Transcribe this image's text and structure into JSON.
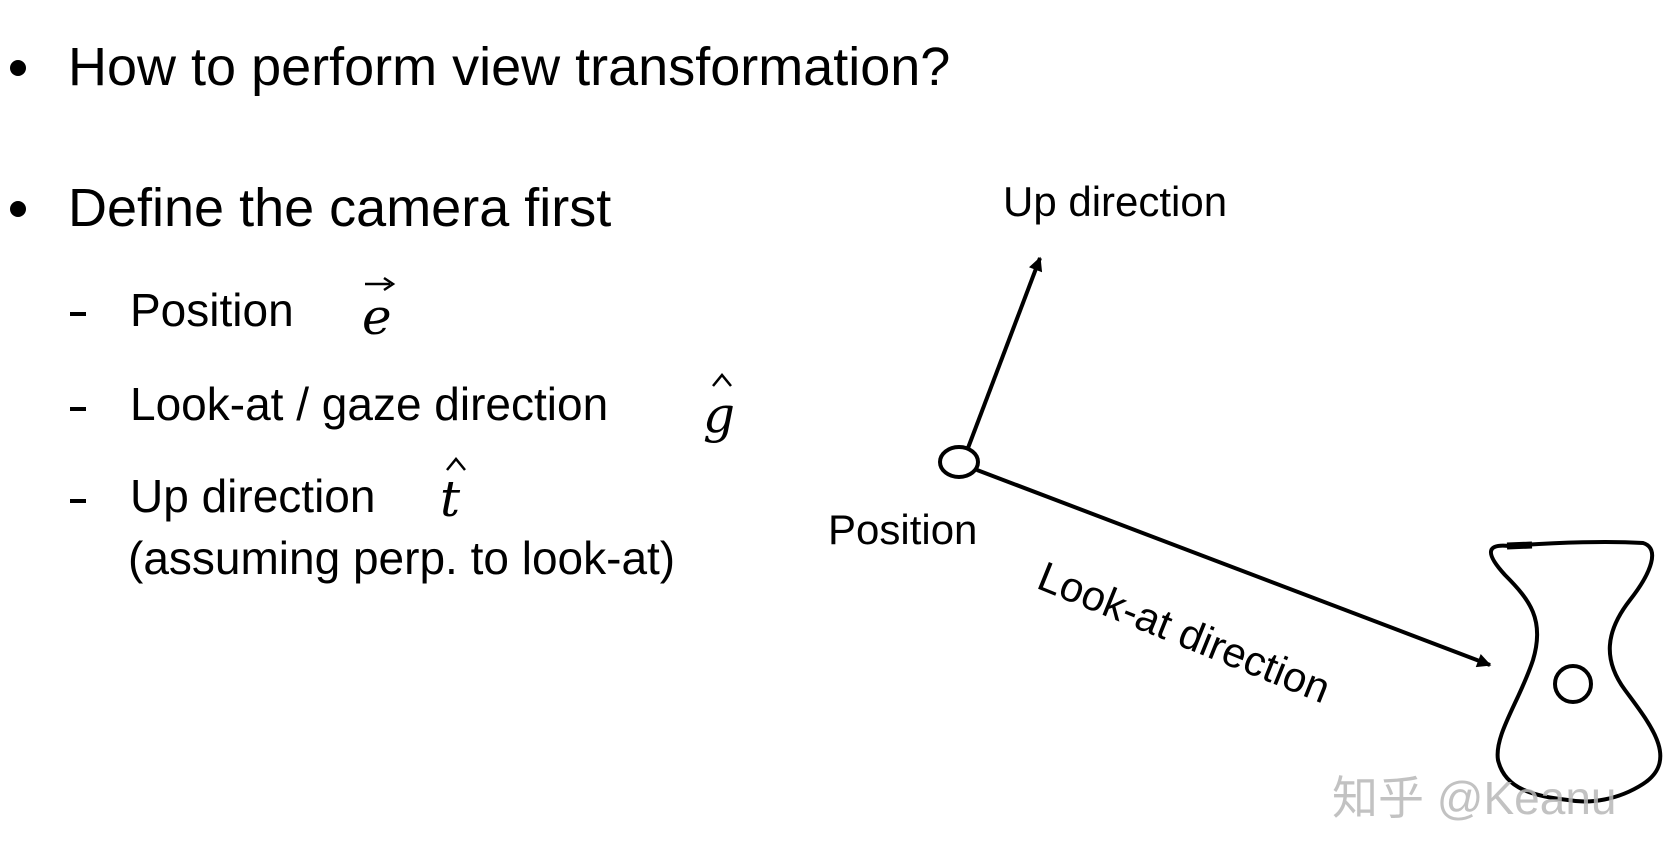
{
  "bullets": [
    {
      "text": "How to perform view transformation?"
    },
    {
      "text": "Define the camera first"
    }
  ],
  "sub_items": [
    {
      "label": "Position",
      "symbol": "e",
      "accent": "vector-arrow"
    },
    {
      "label": "Look-at / gaze direction",
      "symbol": "g",
      "accent": "hat"
    },
    {
      "label": "Up direction",
      "symbol": "t",
      "accent": "hat",
      "note": "(assuming perp. to look-at)"
    }
  ],
  "diagram": {
    "up_label": "Up direction",
    "position_label": "Position",
    "lookat_label": "Look-at direction"
  },
  "watermark": "知乎 @Keanu"
}
